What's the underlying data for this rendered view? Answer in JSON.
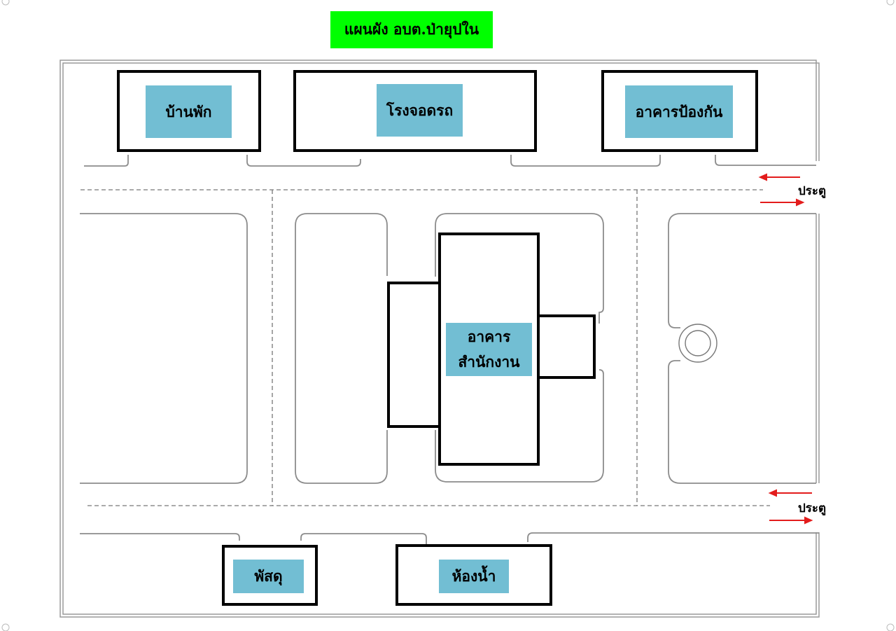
{
  "title": "แผนผัง อบต.ป่ายุปใน",
  "buildings": {
    "house": "บ้านพัก",
    "garage": "โรงจอดรถ",
    "protection": "อาคารป้องกัน",
    "office_line1": "อาคาร",
    "office_line2": "สำนักงาน",
    "supplies": "พัสดุ",
    "restroom": "ห้องน้ำ"
  },
  "gates": {
    "upper": "ประตู",
    "lower": "ประตู"
  },
  "colors": {
    "title_bg": "#00ff00",
    "label_bg": "#72bed3",
    "arrow": "#e31c1c"
  }
}
